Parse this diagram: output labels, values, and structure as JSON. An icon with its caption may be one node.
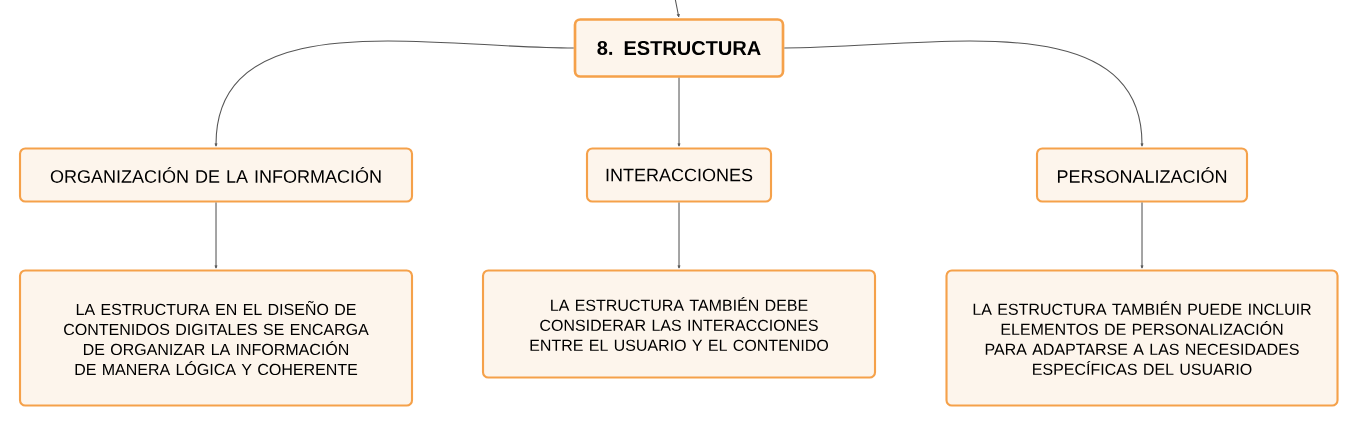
{
  "diagram": {
    "nodes": [
      {
        "text": [
          "8. ESTRUCTURA"
        ]
      },
      {
        "text": [
          "ORGANIZACIÓN DE LA INFORMACIÓN"
        ]
      },
      {
        "text": [
          "INTERACCIONES"
        ]
      },
      {
        "text": [
          "PERSONALIZACIÓN"
        ]
      },
      {
        "text": [
          "LA ESTRUCTURA EN EL DISEÑO DE CONTENIDOS DIGITALES SE ENCARGA DE ORGANIZAR LA INFORMACIÓN DE MANERA LÓGICA Y COHERENTE"
        ]
      },
      {
        "text": [
          "LA ESTRUCTURA TAMBIÉN DEBE CONSIDERAR LAS INTERACCIONES ENTRE EL USUARIO Y EL CONTENIDO"
        ]
      },
      {
        "text": [
          "LA ESTRUCTURA TAMBIÉN PUEDE INCLUIR ELEMENTOS DE PERSONALIZACIÓN PARA ADAPTARSE A LAS NECESIDADES ESPECÍFICAS DEL USUARIO"
        ]
      }
    ],
    "edges": [
      {
        "from": null,
        "to": 0,
        "arrow": "to"
      },
      {
        "from": 0,
        "to": 1,
        "arrow": "to"
      },
      {
        "from": 0,
        "to": 2,
        "arrow": "to"
      },
      {
        "from": 0,
        "to": 3,
        "arrow": "to"
      },
      {
        "from": 1,
        "to": 4,
        "arrow": "to"
      },
      {
        "from": 2,
        "to": 5,
        "arrow": "to"
      },
      {
        "from": 3,
        "to": 6,
        "arrow": "to"
      }
    ]
  }
}
